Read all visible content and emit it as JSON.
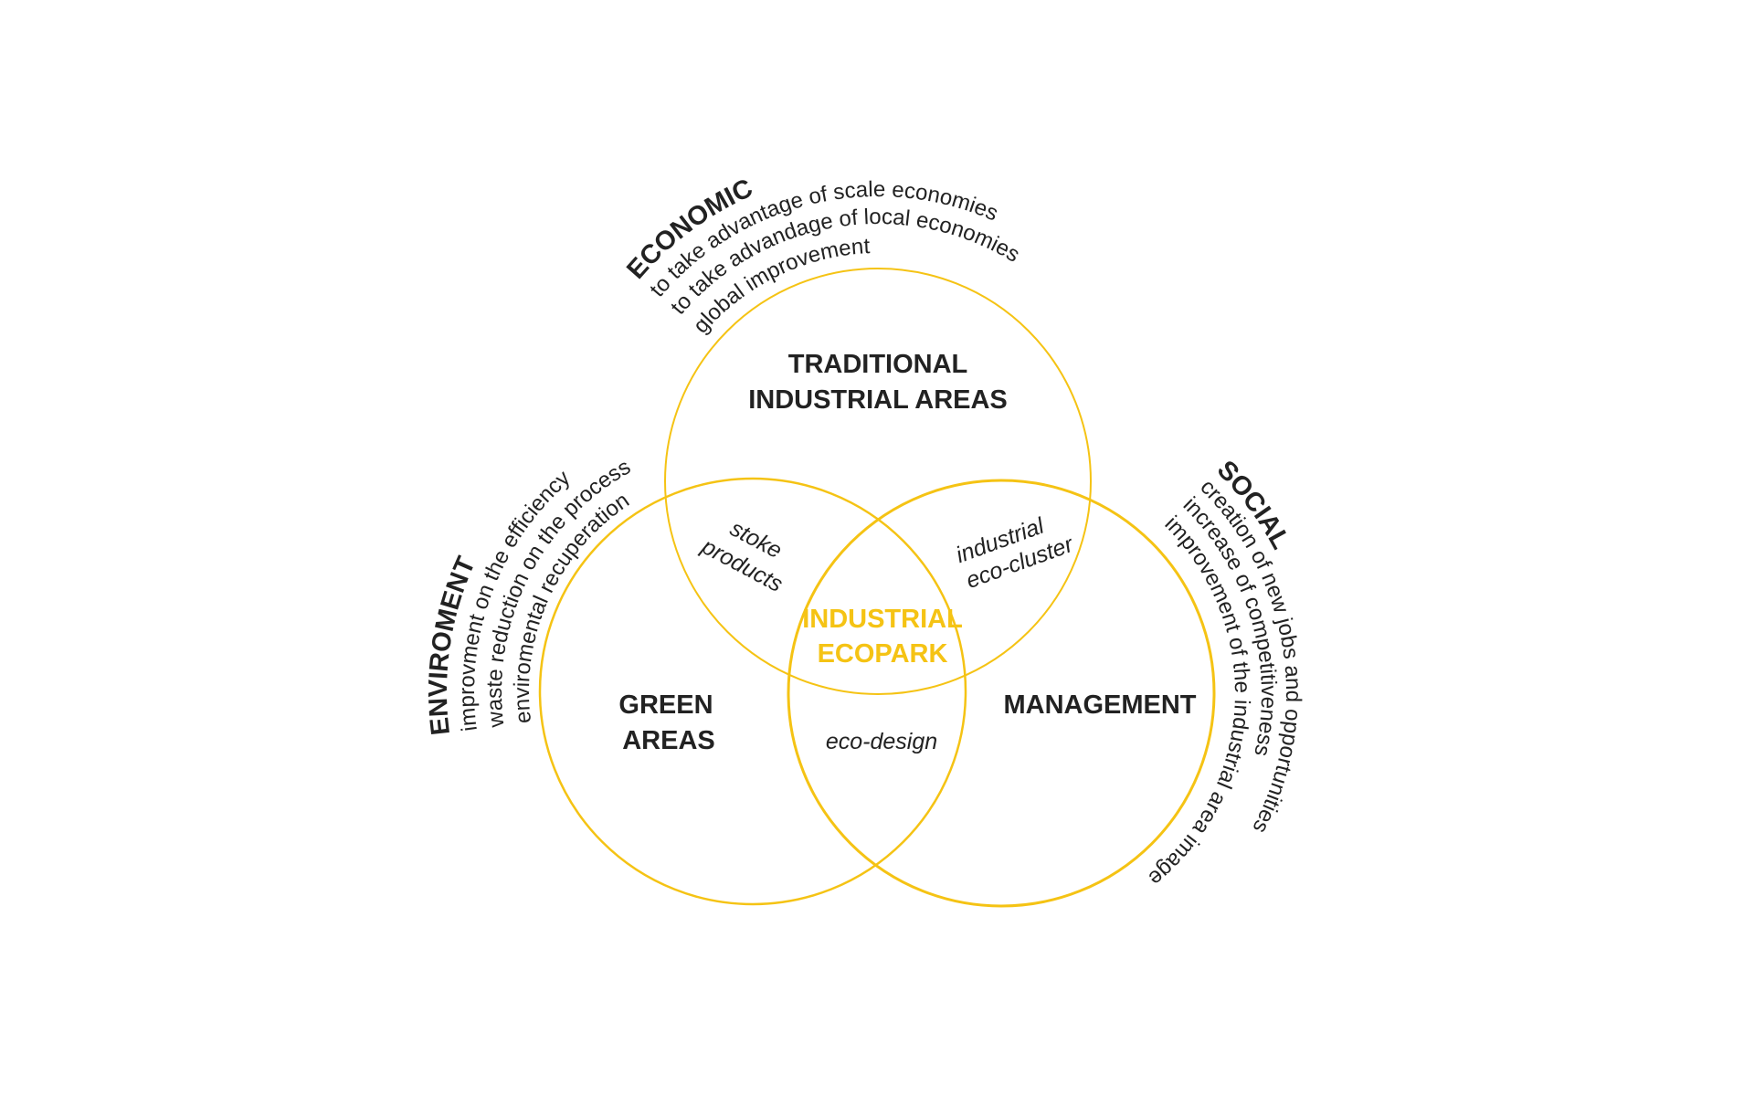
{
  "colors": {
    "accent": "#f5c314",
    "text": "#222222"
  },
  "circles": {
    "top": "TRADITIONAL INDUSTRIAL AREAS",
    "left": "GREEN AREAS",
    "right": "MANAGEMENT"
  },
  "labels": {
    "top_line1": "TRADITIONAL",
    "top_line2": "INDUSTRIAL AREAS",
    "left_line1": "GREEN",
    "left_line2": "AREAS",
    "right_line1": "MANAGEMENT",
    "center_line1": "INDUSTRIAL",
    "center_line2": "ECOPARK",
    "top_left_line1": "stoke",
    "top_left_line2": "products",
    "top_right_line1": "industrial",
    "top_right_line2": "eco-cluster",
    "bottom": "eco-design"
  },
  "economic": {
    "title": "ECONOMIC",
    "items": [
      "to take advantage of scale economies",
      "to take advandage of local economies",
      "global improvement"
    ]
  },
  "environment": {
    "title": "ENVIROMENT",
    "items": [
      "improvment on the efficiency",
      "waste reduction on the process",
      "enviromental recuperation"
    ]
  },
  "social": {
    "title": "SOCIAL",
    "items": [
      "creation of new jobs and opportunities",
      "increase of competitiveness",
      "improvement of the industrial area image"
    ]
  }
}
